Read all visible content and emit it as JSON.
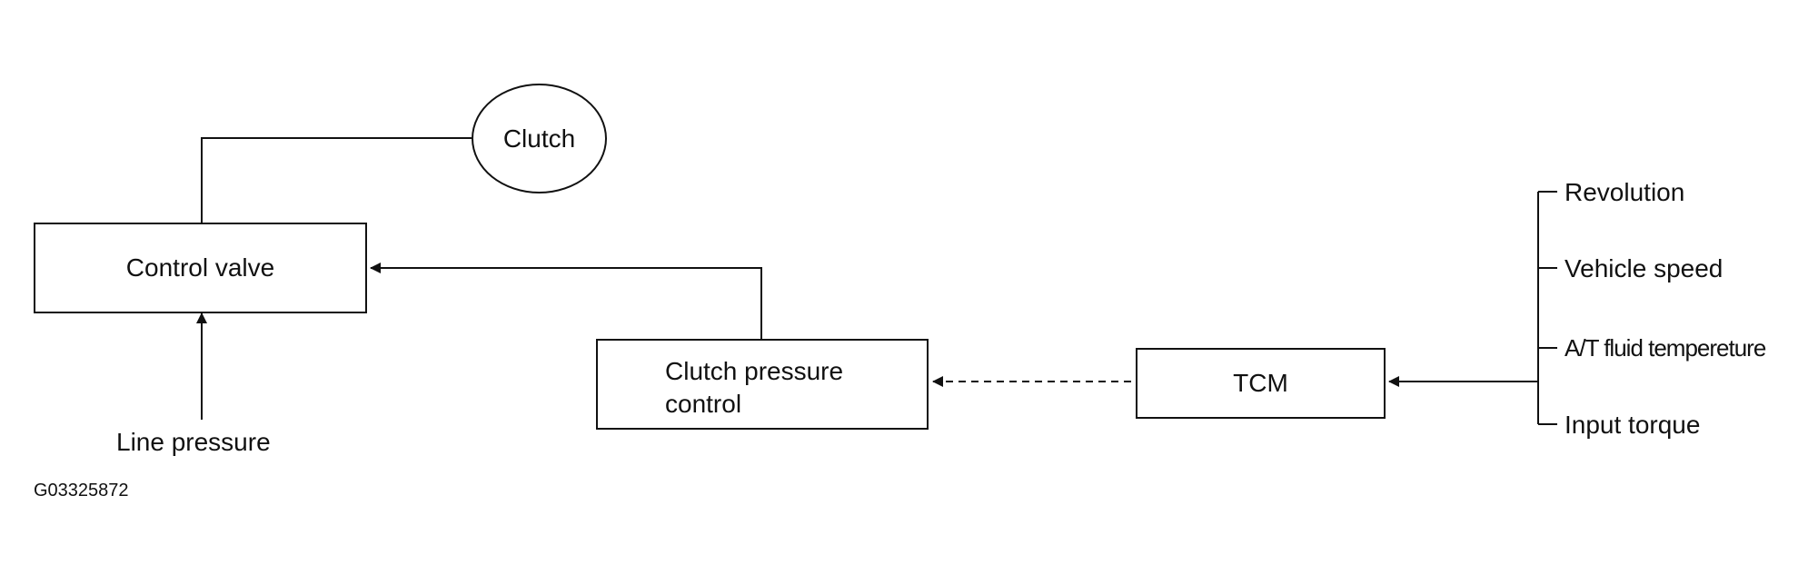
{
  "diagram": {
    "nodes": {
      "clutch": "Clutch",
      "control_valve": "Control valve",
      "clutch_pressure_control": {
        "line1": "Clutch pressure",
        "line2": "control"
      },
      "tcm": "TCM"
    },
    "inputs": {
      "line_pressure": "Line pressure",
      "revolution": "Revolution",
      "vehicle_speed": "Vehicle speed",
      "fluid_temperature": "A/T fluid tempereture",
      "input_torque": "Input torque"
    },
    "figure_id": "G03325872"
  }
}
